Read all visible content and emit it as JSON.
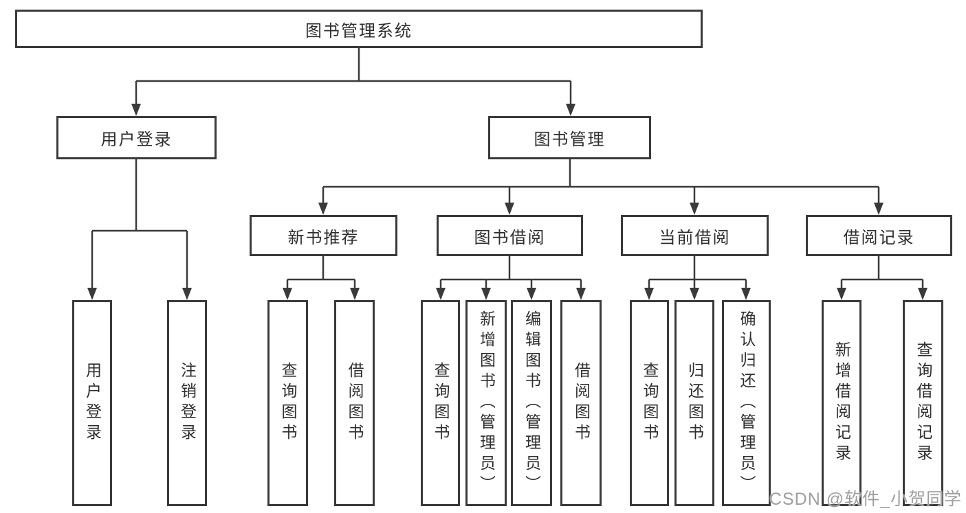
{
  "colors": {
    "line": "#3a3a3a",
    "box_border": "#3a3a3a",
    "text": "#2e2e2e",
    "watermark": "#9e9e9e",
    "background": "#ffffff"
  },
  "watermark": {
    "text": "CSDN @软件_小贺同学"
  },
  "diagram": {
    "root": {
      "label": "图书管理系统"
    },
    "branches": [
      {
        "label": "用户登录",
        "children": [
          {
            "label": "用户登录"
          },
          {
            "label": "注销登录"
          }
        ]
      },
      {
        "label": "图书管理",
        "children": [
          {
            "label": "新书推荐",
            "children": [
              {
                "label": "查询图书"
              },
              {
                "label": "借阅图书"
              }
            ]
          },
          {
            "label": "图书借阅",
            "children": [
              {
                "label": "查询图书"
              },
              {
                "label": "新增图书（管理员）"
              },
              {
                "label": "编辑图书（管理员）"
              },
              {
                "label": "借阅图书"
              }
            ]
          },
          {
            "label": "当前借阅",
            "children": [
              {
                "label": "查询图书"
              },
              {
                "label": "归还图书"
              },
              {
                "label": "确认归还（管理员）"
              }
            ]
          },
          {
            "label": "借阅记录",
            "children": [
              {
                "label": "新增借阅记录"
              },
              {
                "label": "查询借阅记录"
              }
            ]
          }
        ]
      }
    ]
  }
}
